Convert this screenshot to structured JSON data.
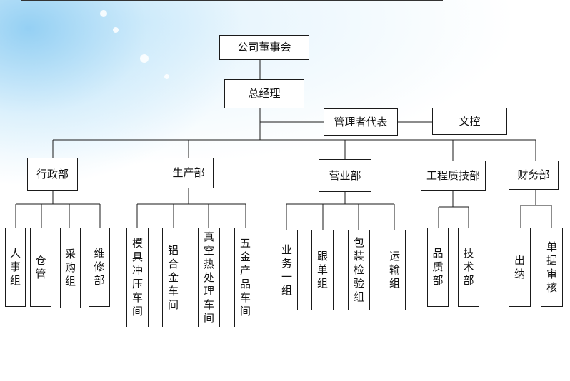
{
  "org_chart": {
    "board": "公司董事会",
    "gm": "总经理",
    "mgmt_rep": "管理者代表",
    "doc_control": "文控",
    "departments": [
      {
        "name": "行政部",
        "teams": [
          "人事组",
          "仓管",
          "采购组",
          "维修部"
        ]
      },
      {
        "name": "生产部",
        "teams": [
          "模具冲压车间",
          "铝合金车间",
          "真空热处理车间",
          "五金产品车间"
        ]
      },
      {
        "name": "营业部",
        "teams": [
          "业务一组",
          "跟单组",
          "包装检验组",
          "运输组"
        ]
      },
      {
        "name": "工程质技部",
        "teams": [
          "品质部",
          "技术部"
        ]
      },
      {
        "name": "财务部",
        "teams": [
          "出纳",
          "单据审核"
        ]
      }
    ]
  }
}
